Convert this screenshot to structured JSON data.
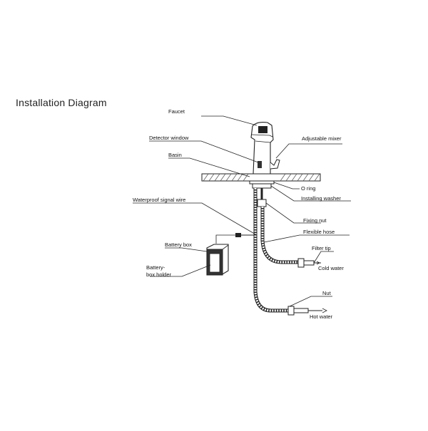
{
  "title": "Installation Diagram",
  "labels": {
    "faucet": "Faucet",
    "detector_window": "Detector window",
    "basin": "Basin",
    "adjustable_mixer": "Adjustable mixer",
    "o_ring": "O ring",
    "installing_washer": "Installing  washer",
    "waterproof_signal_wire": "Waterproof signal wire",
    "fixing_nut": "Fixing nut",
    "flexible_hose": "Flexible hose",
    "battery_box": "Battery box",
    "battery_box_holder_line1": "Battery-",
    "battery_box_holder_line2": "box holder",
    "filter_tip": "Filter tip",
    "cold_water": "Cold water",
    "nut": "Nut",
    "hot_water": "Hot water"
  }
}
